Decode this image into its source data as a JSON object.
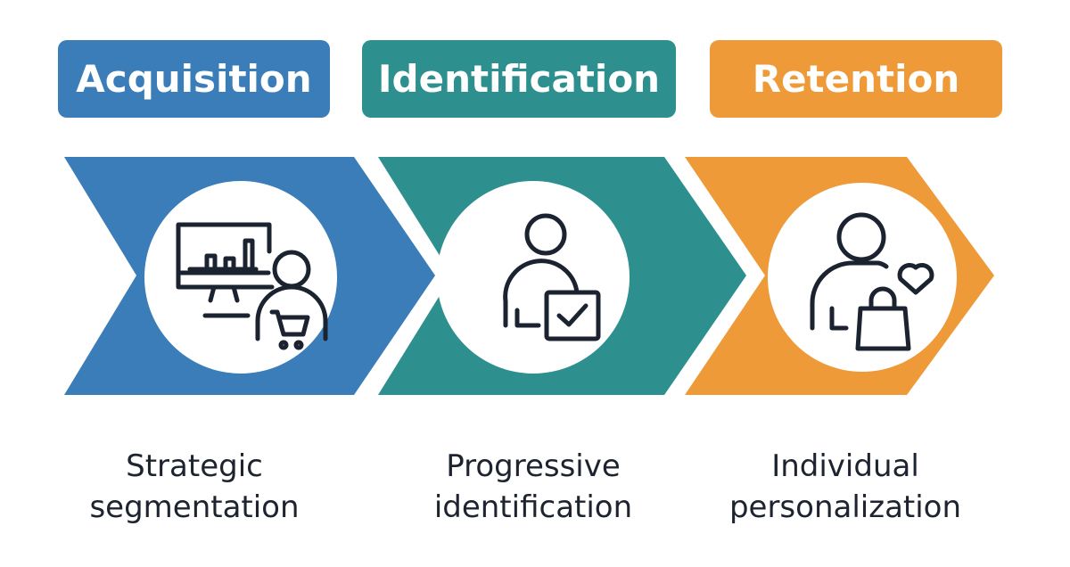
{
  "stages": [
    {
      "title": "Acquisition",
      "caption_line1": "Strategic",
      "caption_line2": "segmentation",
      "color": "#3A7DB8",
      "icon": "monitor-chart-shopper-icon"
    },
    {
      "title": "Identification",
      "caption_line1": "Progressive",
      "caption_line2": "identification",
      "color": "#2E8F8F",
      "icon": "person-checkbox-icon"
    },
    {
      "title": "Retention",
      "caption_line1": "Individual",
      "caption_line2": "personalization",
      "color": "#EE9A38",
      "icon": "person-heart-bag-icon"
    }
  ]
}
